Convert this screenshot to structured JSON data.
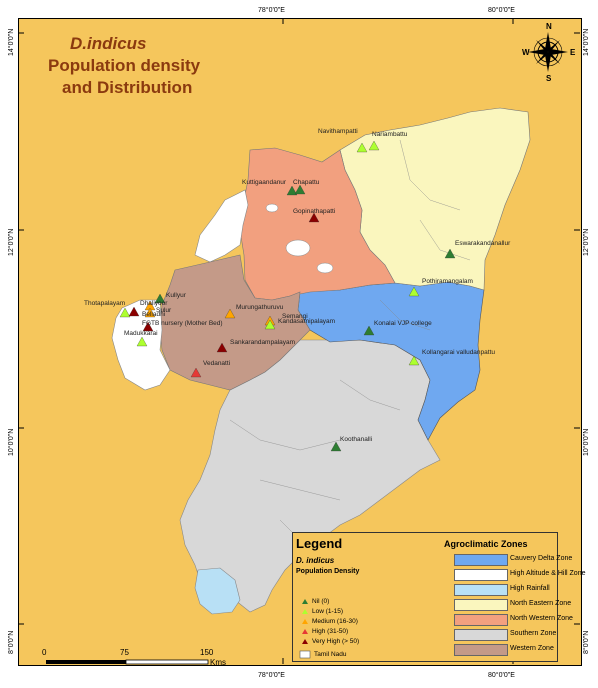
{
  "title": {
    "species": "D.indicus",
    "line2": "Population density",
    "line3": "and Distribution"
  },
  "ticks": {
    "top": [
      "78°0'0\"E",
      "80°0'0\"E"
    ],
    "bottom": [
      "78°0'0\"E",
      "80°0'0\"E"
    ],
    "left": [
      "14°0'0\"N",
      "12°0'0\"N",
      "10°0'0\"N",
      "8°0'0\"N"
    ],
    "right": [
      "14°0'0\"N",
      "12°0'0\"N",
      "10°0'0\"N",
      "8°0'0\"N"
    ]
  },
  "compass": {
    "n": "N",
    "s": "S",
    "e": "E",
    "w": "W"
  },
  "places": [
    {
      "name": "Navithampatti",
      "density": "Low"
    },
    {
      "name": "Nariambattu",
      "density": "Low"
    },
    {
      "name": "Kuttigaandanur",
      "density": "Nil"
    },
    {
      "name": "Chapattu",
      "density": "Nil"
    },
    {
      "name": "Gopinathapatti",
      "density": "Very High"
    },
    {
      "name": "Eswarakandanallur",
      "density": "Nil"
    },
    {
      "name": "Pothiramangalam",
      "density": "Low"
    },
    {
      "name": "Kullyur",
      "density": "Nil"
    },
    {
      "name": "Dhaliyoor",
      "density": "Medium"
    },
    {
      "name": "Thotapalayam",
      "density": "Low"
    },
    {
      "name": "Sulur",
      "density": "Medium"
    },
    {
      "name": "Belladhi",
      "density": "Very High"
    },
    {
      "name": "FGTB nursery (Mother Bed)",
      "density": "Very High"
    },
    {
      "name": "Madukkarai",
      "density": "Low"
    },
    {
      "name": "Murungathuruvu",
      "density": "Medium"
    },
    {
      "name": "Semangi",
      "density": "Medium"
    },
    {
      "name": "Kandasamipalayam",
      "density": "Low"
    },
    {
      "name": "Sankarandampalayam",
      "density": "Very High"
    },
    {
      "name": "Vedanatti",
      "density": "High"
    },
    {
      "name": "Konalai VJP college",
      "density": "Nil"
    },
    {
      "name": "Kollangarai valludanpattu",
      "density": "Low"
    },
    {
      "name": "Koothanalli",
      "density": "Nil"
    }
  ],
  "legend": {
    "title": "Legend",
    "species": "D. indicus",
    "population_density": "Population Density",
    "items": [
      {
        "label": "Nil (0)",
        "color": "#2E7D32"
      },
      {
        "label": "Low (1-15)",
        "color": "#ADFF2F"
      },
      {
        "label": "Medium (16-30)",
        "color": "#FFA500"
      },
      {
        "label": "High (31-50)",
        "color": "#E53935"
      },
      {
        "label": "Very High (> 50)",
        "color": "#8B0000"
      }
    ],
    "tamil_nadu": "Tamil Nadu"
  },
  "agro_zones": {
    "title": "Agroclimatic Zones",
    "zones": [
      {
        "label": "Cauvery Delta Zone",
        "color": "#6FA8F0"
      },
      {
        "label": "High Altitude & Hill Zone",
        "color": "#FFFFFF"
      },
      {
        "label": "High Rainfall",
        "color": "#B8E0F5"
      },
      {
        "label": "North Eastern Zone",
        "color": "#FAF6BE"
      },
      {
        "label": "North Western Zone",
        "color": "#F2A07F"
      },
      {
        "label": "Southern Zone",
        "color": "#D8D8D8"
      },
      {
        "label": "Western Zone",
        "color": "#C49A88"
      }
    ]
  },
  "scale": {
    "labels": [
      "0",
      "75",
      "150"
    ],
    "unit": "Kms"
  }
}
